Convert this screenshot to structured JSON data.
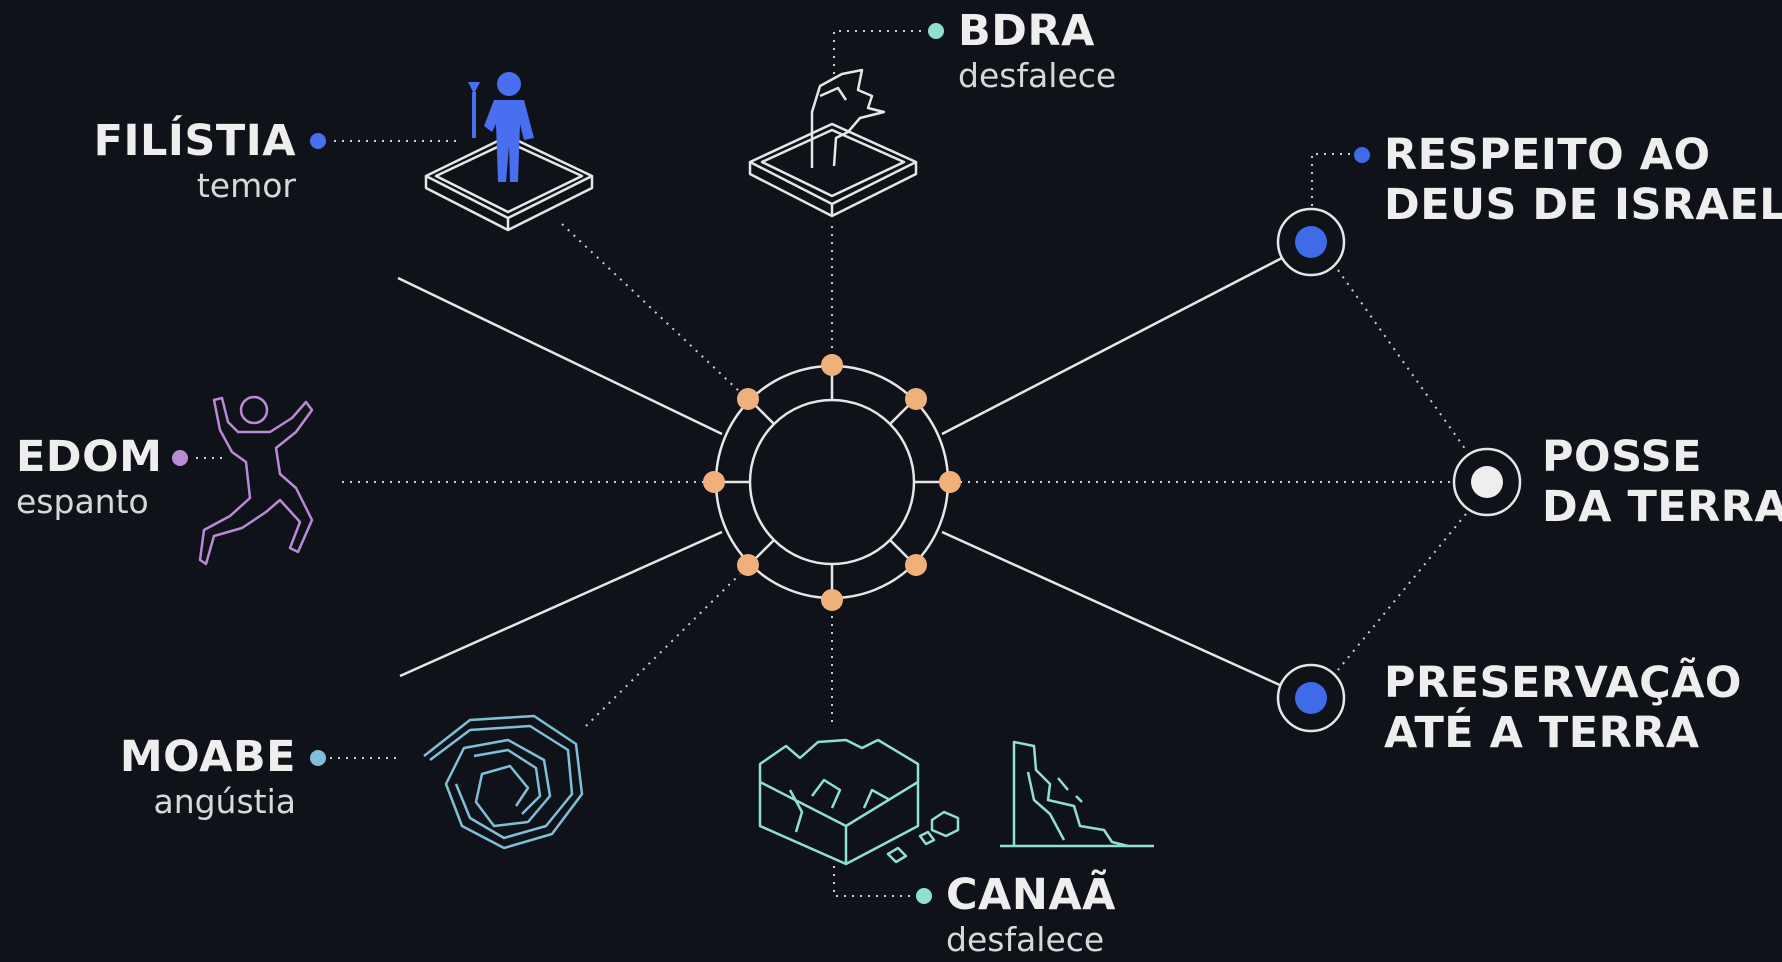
{
  "colors": {
    "background": "#0f1218",
    "line": "#e6e6e6",
    "node_orange": "#f0b07a",
    "philistia_blue": "#4a6ef0",
    "edom_purple": "#b98ad6",
    "moab_cyan": "#7fc0d8",
    "canaan_teal": "#8fe0d0",
    "outcome_blue": "#3f6be8",
    "outcome_white": "#eeeeee"
  },
  "nations": {
    "bdra": {
      "name": "BDRA",
      "reaction": "desfalece",
      "icon": "broken-pillar-on-pedestal-icon"
    },
    "filistia": {
      "name": "FILÍSTIA",
      "reaction": "temor",
      "icon": "figure-with-torch-on-pedestal-icon"
    },
    "edom": {
      "name": "EDOM",
      "reaction": "espanto",
      "icon": "startled-running-figure-icon"
    },
    "moabe": {
      "name": "MOABE",
      "reaction": "angústia",
      "icon": "spiral-vortex-icon"
    },
    "canaa": {
      "name": "CANAÃ",
      "reaction": "desfalece",
      "icon": "crumbling-wall-and-cliff-icon"
    }
  },
  "outcomes": {
    "respeito": {
      "line1": "RESPEITO AO",
      "line2": "DEUS DE ISRAEL"
    },
    "posse": {
      "line1": "POSSE",
      "line2": "DA TERRA"
    },
    "preservacao": {
      "line1": "PRESERVAÇÃO",
      "line2": "ATÉ A TERRA"
    }
  }
}
